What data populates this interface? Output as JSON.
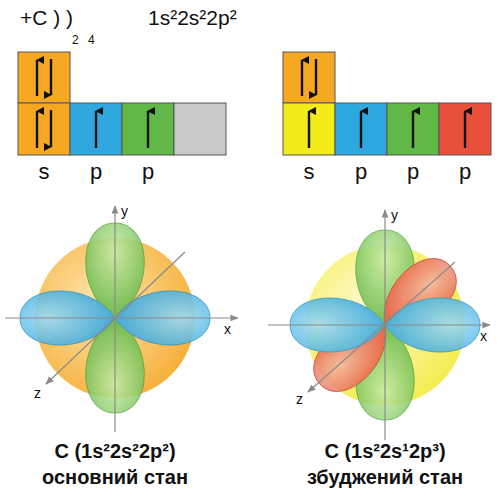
{
  "diagram": {
    "labels": [
      "+C ) )",
      "2",
      "4",
      "1s²2s²2p²",
      "s",
      "p",
      "p",
      "s",
      "p",
      "p",
      "p",
      "y",
      "x",
      "z",
      "y",
      "x",
      "z",
      "C (1s²2s²2p²)",
      "основний стан",
      "C (1s²2s¹2p³)",
      "збуджений стан"
    ]
  }
}
